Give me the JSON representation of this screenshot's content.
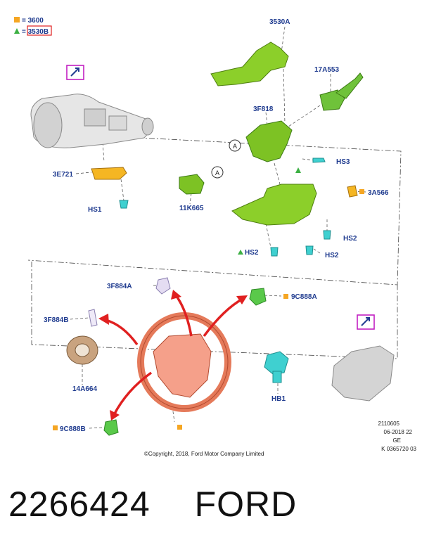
{
  "legend": [
    {
      "symbol": "square",
      "color": "#f5a623",
      "text": "= 3600"
    },
    {
      "symbol": "triangle",
      "color": "#3cb043",
      "text": "= 3530B"
    }
  ],
  "labels": {
    "p3530a": "3530A",
    "p17a553": "17A553",
    "p3f818": "3F818",
    "hs3": "HS3",
    "p3e721": "3E721",
    "hs1": "HS1",
    "p11k665": "11K665",
    "p3a566": "3A566",
    "hs2a": "HS2",
    "hs2b": "HS2",
    "hs2c": "HS2",
    "p3f884a": "3F884A",
    "p9c888a": "9C888A",
    "p3f884b": "3F884B",
    "p14a664": "14A664",
    "hb1": "HB1",
    "p9c888b": "9C888B",
    "callout_a1": "A",
    "callout_a2": "A"
  },
  "copyright": "©Copyright, 2018, Ford Motor Company Limited",
  "meta": [
    "2110605",
    "06-2018 22",
    "GE",
    "K 0365720 03"
  ],
  "footer": {
    "part_number": "2266424",
    "brand": "FORD"
  },
  "colors": {
    "label": "#1f3b8f",
    "green_part": "#8ccf2a",
    "red_arrow": "#e02020",
    "wheel": "#f08a6a",
    "cyan_bolt": "#3fd0d0"
  }
}
